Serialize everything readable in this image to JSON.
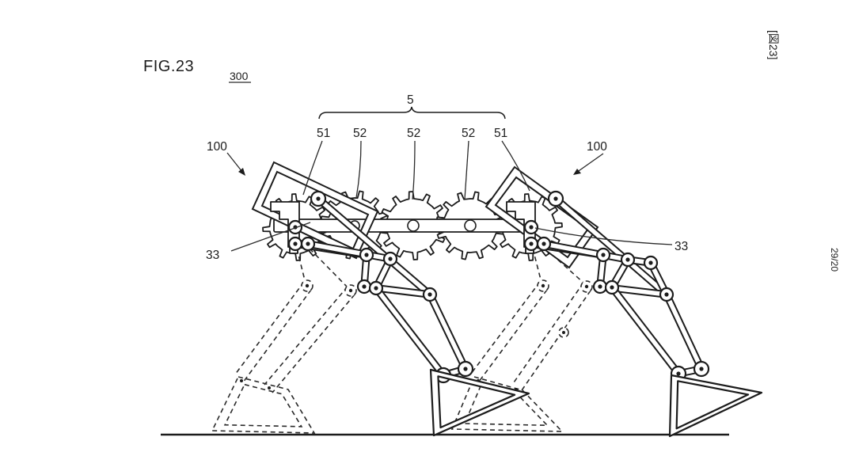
{
  "figure": {
    "label": "FIG.23",
    "assembly_ref": "300"
  },
  "callouts": {
    "gear_train": "5",
    "gears": [
      "51",
      "52",
      "52",
      "52",
      "51"
    ],
    "leg_unit_left": "100",
    "leg_unit_right": "100",
    "crank_left": "33",
    "crank_right": "33"
  },
  "margin": {
    "figure_tag_vertical": "[図23]",
    "page_number_vertical": "29/20"
  },
  "colors": {
    "ink": "#1c1c1c",
    "background": "#ffffff"
  }
}
